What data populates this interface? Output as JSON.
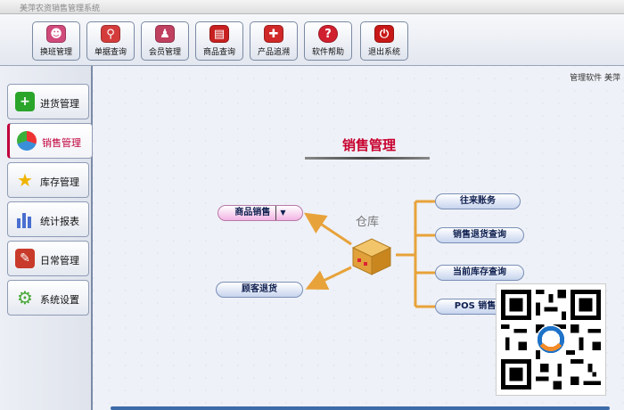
{
  "window": {
    "title": "美萍农资销售管理系统"
  },
  "toolbar": {
    "buttons": [
      {
        "label": "换班管理",
        "icon": "users-icon",
        "color": "#d04a7a"
      },
      {
        "label": "单据查询",
        "icon": "magnifier-icon",
        "color": "#d43c3c"
      },
      {
        "label": "会员管理",
        "icon": "member-icon",
        "color": "#c04060"
      },
      {
        "label": "商品查询",
        "icon": "clipboard-icon",
        "color": "#c82020"
      },
      {
        "label": "产品追溯",
        "icon": "trace-icon",
        "color": "#d02828"
      },
      {
        "label": "软件帮助",
        "icon": "help-icon",
        "color": "#d02030"
      },
      {
        "label": "退出系统",
        "icon": "power-icon",
        "color": "#c81818"
      }
    ]
  },
  "sidebar": {
    "items": [
      {
        "label": "进货管理",
        "icon": "plus-icon",
        "color": "#2aa52a",
        "active": false
      },
      {
        "label": "销售管理",
        "icon": "pie-chart-icon",
        "color": "#3a8fd8",
        "active": true
      },
      {
        "label": "库存管理",
        "icon": "star-icon",
        "color": "#f0b400",
        "active": false
      },
      {
        "label": "统计报表",
        "icon": "bar-chart-icon",
        "color": "#4a6fd0",
        "active": false
      },
      {
        "label": "日常管理",
        "icon": "tools-icon",
        "color": "#c83a2a",
        "active": false
      },
      {
        "label": "系统设置",
        "icon": "gear-icon",
        "color": "#4aa83a",
        "active": false
      }
    ]
  },
  "main": {
    "caption": "管理软件  美萍",
    "title": "销售管理",
    "warehouse_label": "仓库",
    "left_actions": {
      "sales": {
        "label": "商品销售",
        "arrow": "▼"
      },
      "returns": {
        "label": "顾客退货"
      }
    },
    "right_actions": [
      {
        "label": "往来账务"
      },
      {
        "label": "销售退货查询"
      },
      {
        "label": "当前库存查询"
      },
      {
        "label": "POS 销售统"
      }
    ]
  }
}
